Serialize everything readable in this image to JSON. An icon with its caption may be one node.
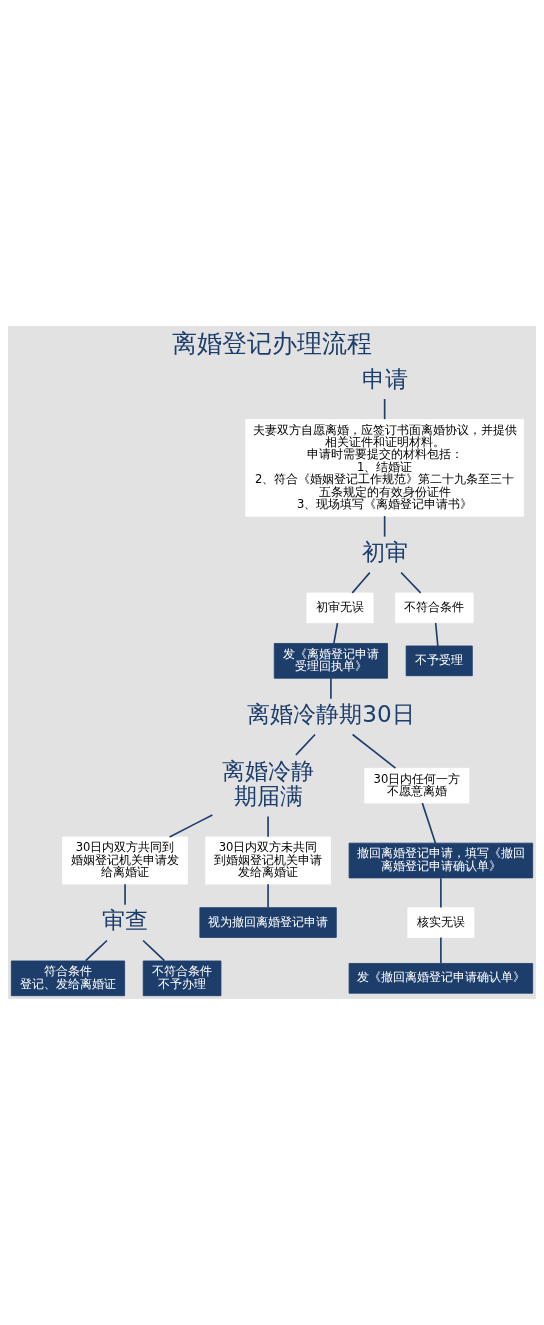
{
  "diagram": {
    "title": "离婚登记办理流程",
    "nodes": [
      {
        "text": [
          "申请"
        ]
      },
      {
        "text": [
          "夫妻双方自愿离婚，应签订书面离婚协议，并提供相关证件和证明材料。",
          "申请时需要提交的材料包括：",
          "1、结婚证",
          "2、符合《婚姻登记工作规范》第二十九条至三十五条规定的有效身份证件",
          "3、现场填写《离婚登记申请书》"
        ]
      },
      {
        "text": [
          "初审"
        ]
      },
      {
        "text": [
          "初审无误"
        ]
      },
      {
        "text": [
          "发《离婚登记申请受理回执单》"
        ]
      },
      {
        "text": [
          "不符合条件"
        ]
      },
      {
        "text": [
          "不予受理"
        ]
      },
      {
        "text": [
          "离婚冷静期30日"
        ]
      },
      {
        "text": [
          "离婚冷静期届满"
        ]
      },
      {
        "text": [
          "30日内任何一方不愿意离婚"
        ]
      },
      {
        "text": [
          "撤回离婚登记申请，填写《撤回离婚登记申请确认单》"
        ]
      },
      {
        "text": [
          "核实无误"
        ]
      },
      {
        "text": [
          "发《撤回离婚登记申请确认单》"
        ]
      },
      {
        "text": [
          "30日内双方共同到婚姻登记机关申请发给离婚证"
        ]
      },
      {
        "text": [
          "30日内双方未共同到婚姻登记机关申请发给离婚证"
        ]
      },
      {
        "text": [
          "视为撤回离婚登记申请"
        ]
      },
      {
        "text": [
          "审查"
        ]
      },
      {
        "text": [
          "符合条件",
          "登记、发给离婚证"
        ]
      },
      {
        "text": [
          "不符合条件",
          "不予办理"
        ]
      }
    ],
    "edges": [
      {
        "from": 0,
        "to": 1,
        "arrow": "none"
      },
      {
        "from": 1,
        "to": 2,
        "arrow": "none"
      },
      {
        "from": 2,
        "to": 3,
        "arrow": "none"
      },
      {
        "from": 2,
        "to": 5,
        "arrow": "none"
      },
      {
        "from": 3,
        "to": 4,
        "arrow": "none"
      },
      {
        "from": 5,
        "to": 6,
        "arrow": "none"
      },
      {
        "from": 4,
        "to": 7,
        "arrow": "none"
      },
      {
        "from": 7,
        "to": 8,
        "arrow": "none"
      },
      {
        "from": 7,
        "to": 9,
        "arrow": "none"
      },
      {
        "from": 9,
        "to": 10,
        "arrow": "none"
      },
      {
        "from": 10,
        "to": 11,
        "arrow": "none"
      },
      {
        "from": 11,
        "to": 12,
        "arrow": "none"
      },
      {
        "from": 8,
        "to": 13,
        "arrow": "none"
      },
      {
        "from": 8,
        "to": 14,
        "arrow": "none"
      },
      {
        "from": 14,
        "to": 15,
        "arrow": "none"
      },
      {
        "from": 13,
        "to": 16,
        "arrow": "none"
      },
      {
        "from": 16,
        "to": 17,
        "arrow": "none"
      },
      {
        "from": 16,
        "to": 18,
        "arrow": "none"
      }
    ]
  }
}
